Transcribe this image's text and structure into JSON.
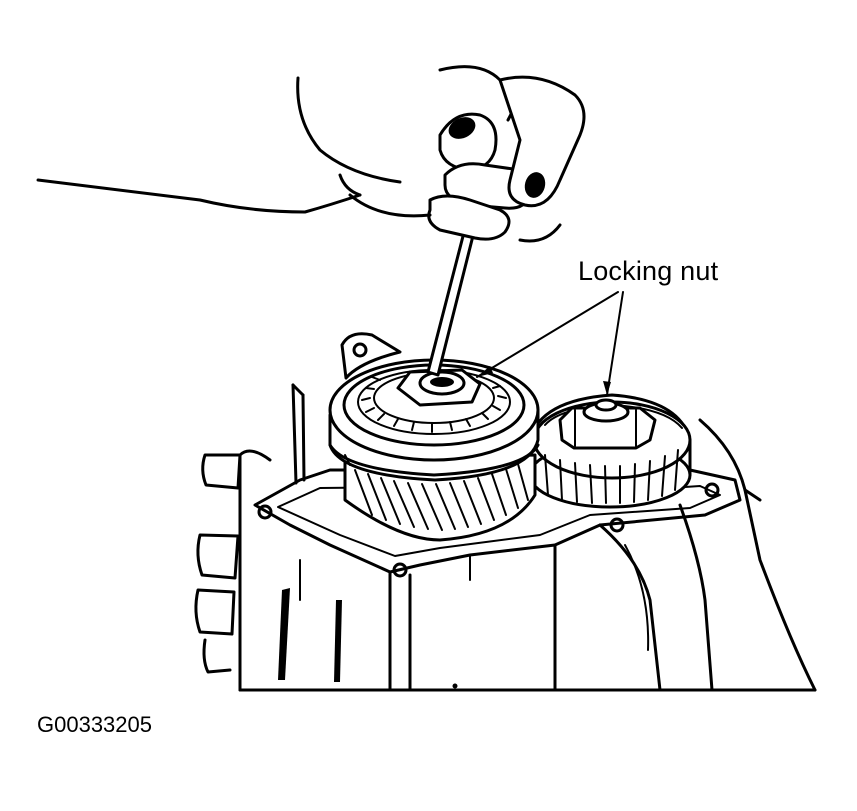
{
  "callout": {
    "label": "Locking nut"
  },
  "figure": {
    "id": "G00333205"
  },
  "icons": [
    "hand-with-pick-tool",
    "transmission-housing",
    "output-gear",
    "countershaft-gear",
    "locking-nut"
  ],
  "colors": {
    "ink": "#000000",
    "background": "#ffffff"
  }
}
